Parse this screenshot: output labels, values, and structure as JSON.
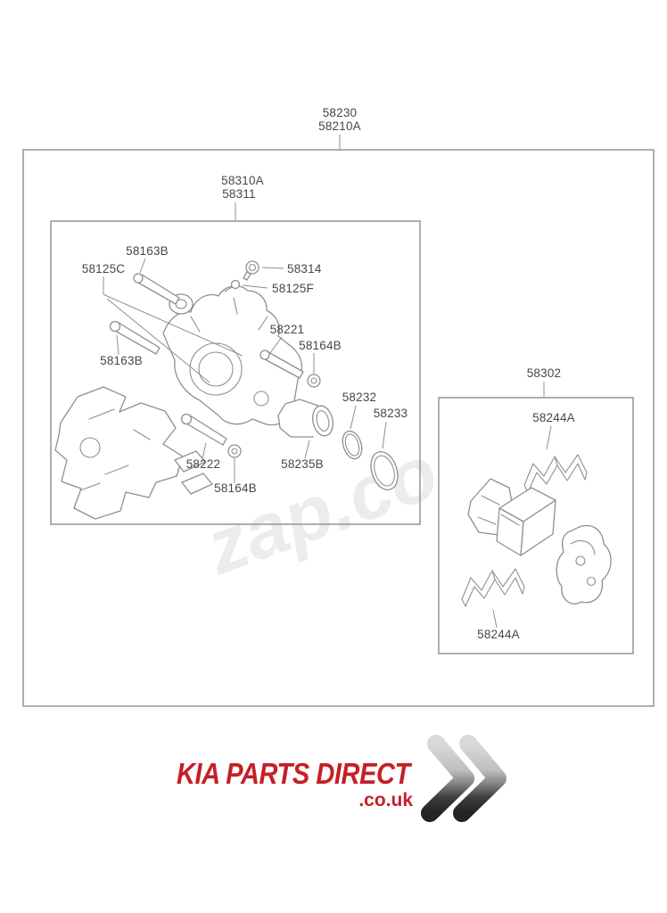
{
  "assembly": {
    "label_line1": "58230",
    "label_line2": "58210A"
  },
  "caliper_box": {
    "label_line1": "58310A",
    "label_line2": "58311",
    "parts": {
      "bolt_top": "58163B",
      "sleeve_bolt": "58125C",
      "bleeder_screw": "58314",
      "screw": "58125F",
      "lock_bolt": "58221",
      "washer_upper": "58164B",
      "bolt_left": "58163B",
      "piston_seal": "58232",
      "piston_boot": "58233",
      "guide_bolt": "58222",
      "washer_lower": "58164B",
      "piston": "58235B"
    }
  },
  "pad_kit_box": {
    "label": "58302",
    "parts": {
      "pad_spring_top": "58244A",
      "pad_spring_bottom": "58244A"
    }
  },
  "watermark": "zap.co",
  "logo": {
    "title": "KIA PARTS DIRECT",
    "domain": ".co.uk",
    "brand_red": "#c51f27",
    "chevron_light": "#d9d9d9",
    "chevron_dark": "#232323"
  }
}
